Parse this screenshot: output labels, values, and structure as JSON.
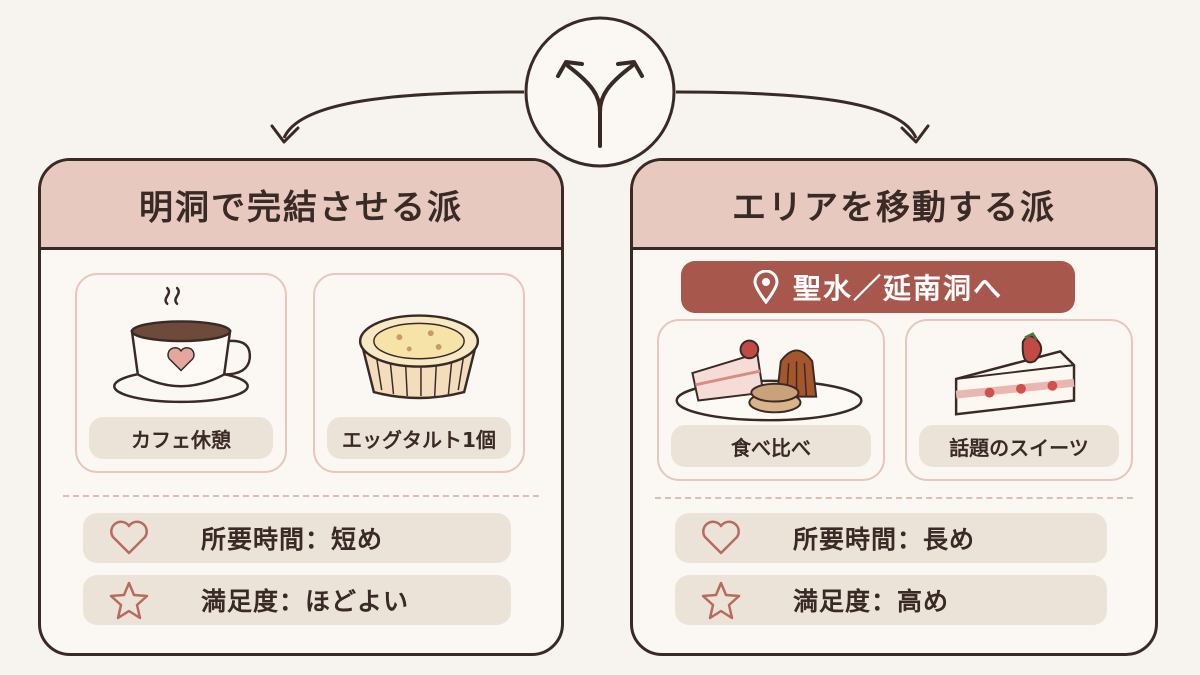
{
  "colors": {
    "background": "#f7f3ee",
    "header_pink": "#e8c9c0",
    "outline": "#3a2a26",
    "accent_red": "#a7574c",
    "chip_beige": "#ebe3d8"
  },
  "center_icon": "split-arrows-icon",
  "left": {
    "title": "明洞で完結させる派",
    "cards": [
      {
        "icon": "coffee-cup-icon",
        "label": "カフェ休憩"
      },
      {
        "icon": "egg-tart-icon",
        "label": "エッグタルト1個"
      }
    ],
    "rows": [
      {
        "icon": "heart-icon",
        "text": "所要時間：短め"
      },
      {
        "icon": "star-icon",
        "text": "満足度：ほどよい"
      }
    ]
  },
  "right": {
    "title": "エリアを移動する派",
    "location": {
      "icon": "map-pin-icon",
      "text": "聖水／延南洞へ"
    },
    "cards": [
      {
        "icon": "dessert-plate-icon",
        "label": "食べ比べ"
      },
      {
        "icon": "strawberry-cake-icon",
        "label": "話題のスイーツ"
      }
    ],
    "rows": [
      {
        "icon": "heart-icon",
        "text": "所要時間：長め"
      },
      {
        "icon": "star-icon",
        "text": "満足度：高め"
      }
    ]
  }
}
